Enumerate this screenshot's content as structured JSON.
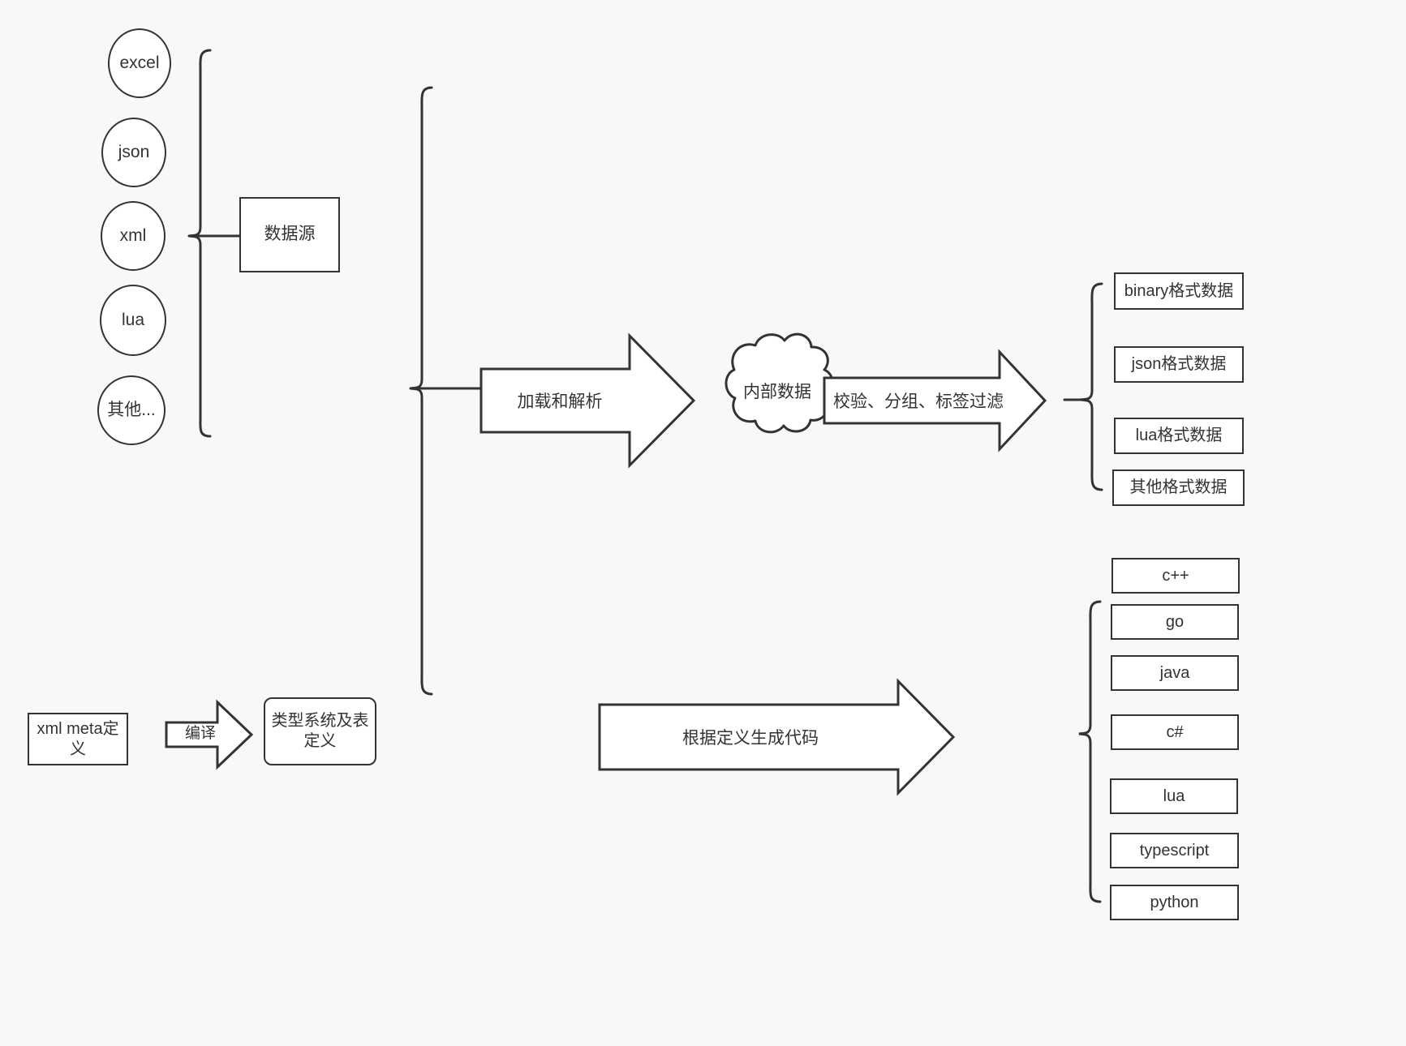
{
  "diagram": {
    "background_color": "#f8f8f8",
    "stroke_color": "#333333",
    "fill_color": "#ffffff",
    "sources": [
      {
        "label": "excel"
      },
      {
        "label": "json"
      },
      {
        "label": "xml"
      },
      {
        "label": "lua"
      },
      {
        "label": "其他..."
      }
    ],
    "source_group_label": "数据源",
    "meta": {
      "input_label": "xml meta定义",
      "compile_arrow_label": "编译",
      "output_label": "类型系统及表\n定义"
    },
    "pipeline": {
      "load_arrow_label": "加载和解析",
      "cloud_label": "内部数据",
      "filter_arrow_label": "校验、分组、标签过滤",
      "codegen_arrow_label": "根据定义生成代码"
    },
    "output_formats": [
      {
        "label": "binary格式数据"
      },
      {
        "label": "json格式数据"
      },
      {
        "label": "lua格式数据"
      },
      {
        "label": "其他格式数据"
      }
    ],
    "output_languages": [
      {
        "label": "c++"
      },
      {
        "label": "go"
      },
      {
        "label": "java"
      },
      {
        "label": "c#"
      },
      {
        "label": "lua"
      },
      {
        "label": "typescript"
      },
      {
        "label": "python"
      }
    ]
  }
}
